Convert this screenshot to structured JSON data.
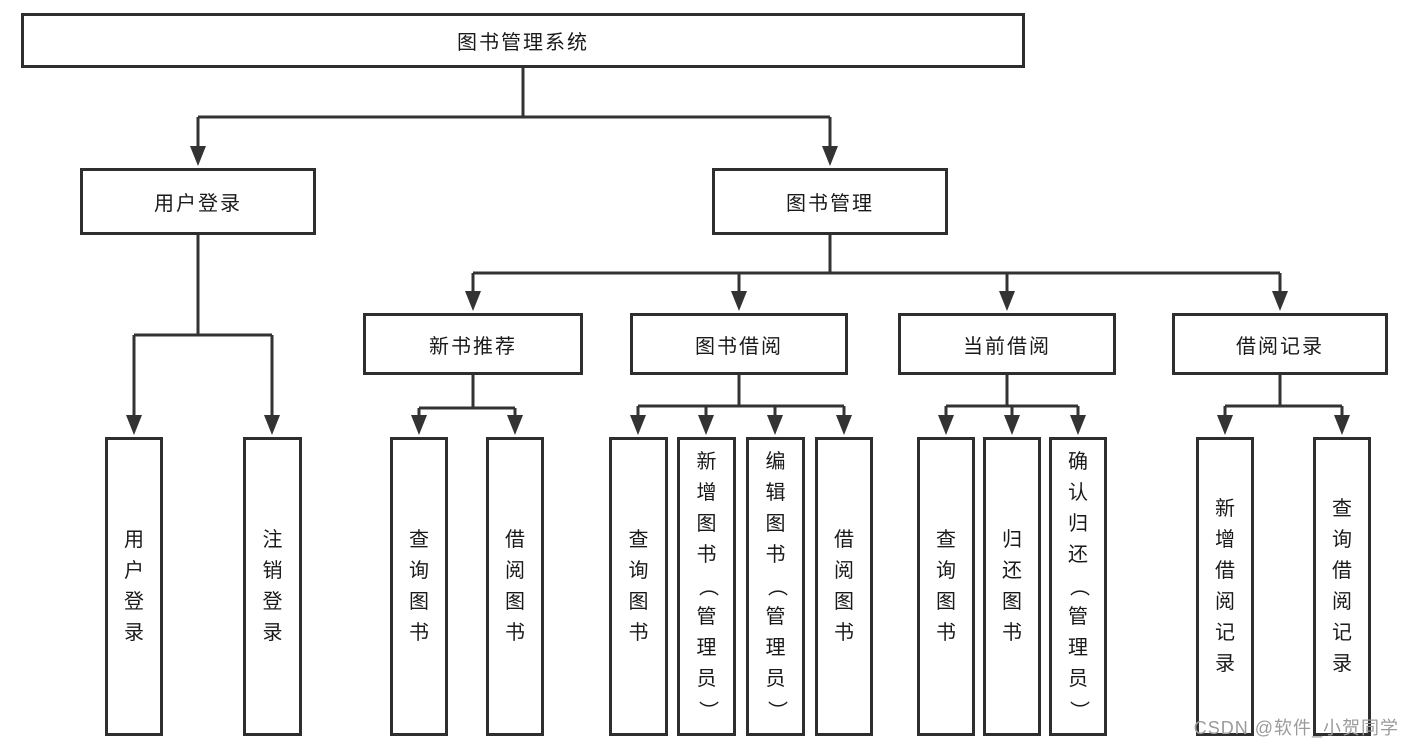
{
  "tree": {
    "root": "图书管理系统",
    "branches": [
      {
        "label": "用户登录",
        "children": [
          "用户登录",
          "注销登录"
        ]
      },
      {
        "label": "图书管理",
        "children": [
          {
            "label": "新书推荐",
            "children": [
              "查询图书",
              "借阅图书"
            ]
          },
          {
            "label": "图书借阅",
            "children": [
              "查询图书",
              "新增图书（管理员）",
              "编辑图书（管理员）",
              "借阅图书"
            ]
          },
          {
            "label": "当前借阅",
            "children": [
              "查询图书",
              "归还图书",
              "确认归还（管理员）"
            ]
          },
          {
            "label": "借阅记录",
            "children": [
              "新增借阅记录",
              "查询借阅记录"
            ]
          }
        ]
      }
    ]
  },
  "watermark": "CSDN @软件_小贺同学",
  "colors": {
    "line": "#333333",
    "box_border": "#2e2e2e",
    "text": "#1a1a1a",
    "watermark": "#9b9b9b",
    "background": "#ffffff"
  }
}
